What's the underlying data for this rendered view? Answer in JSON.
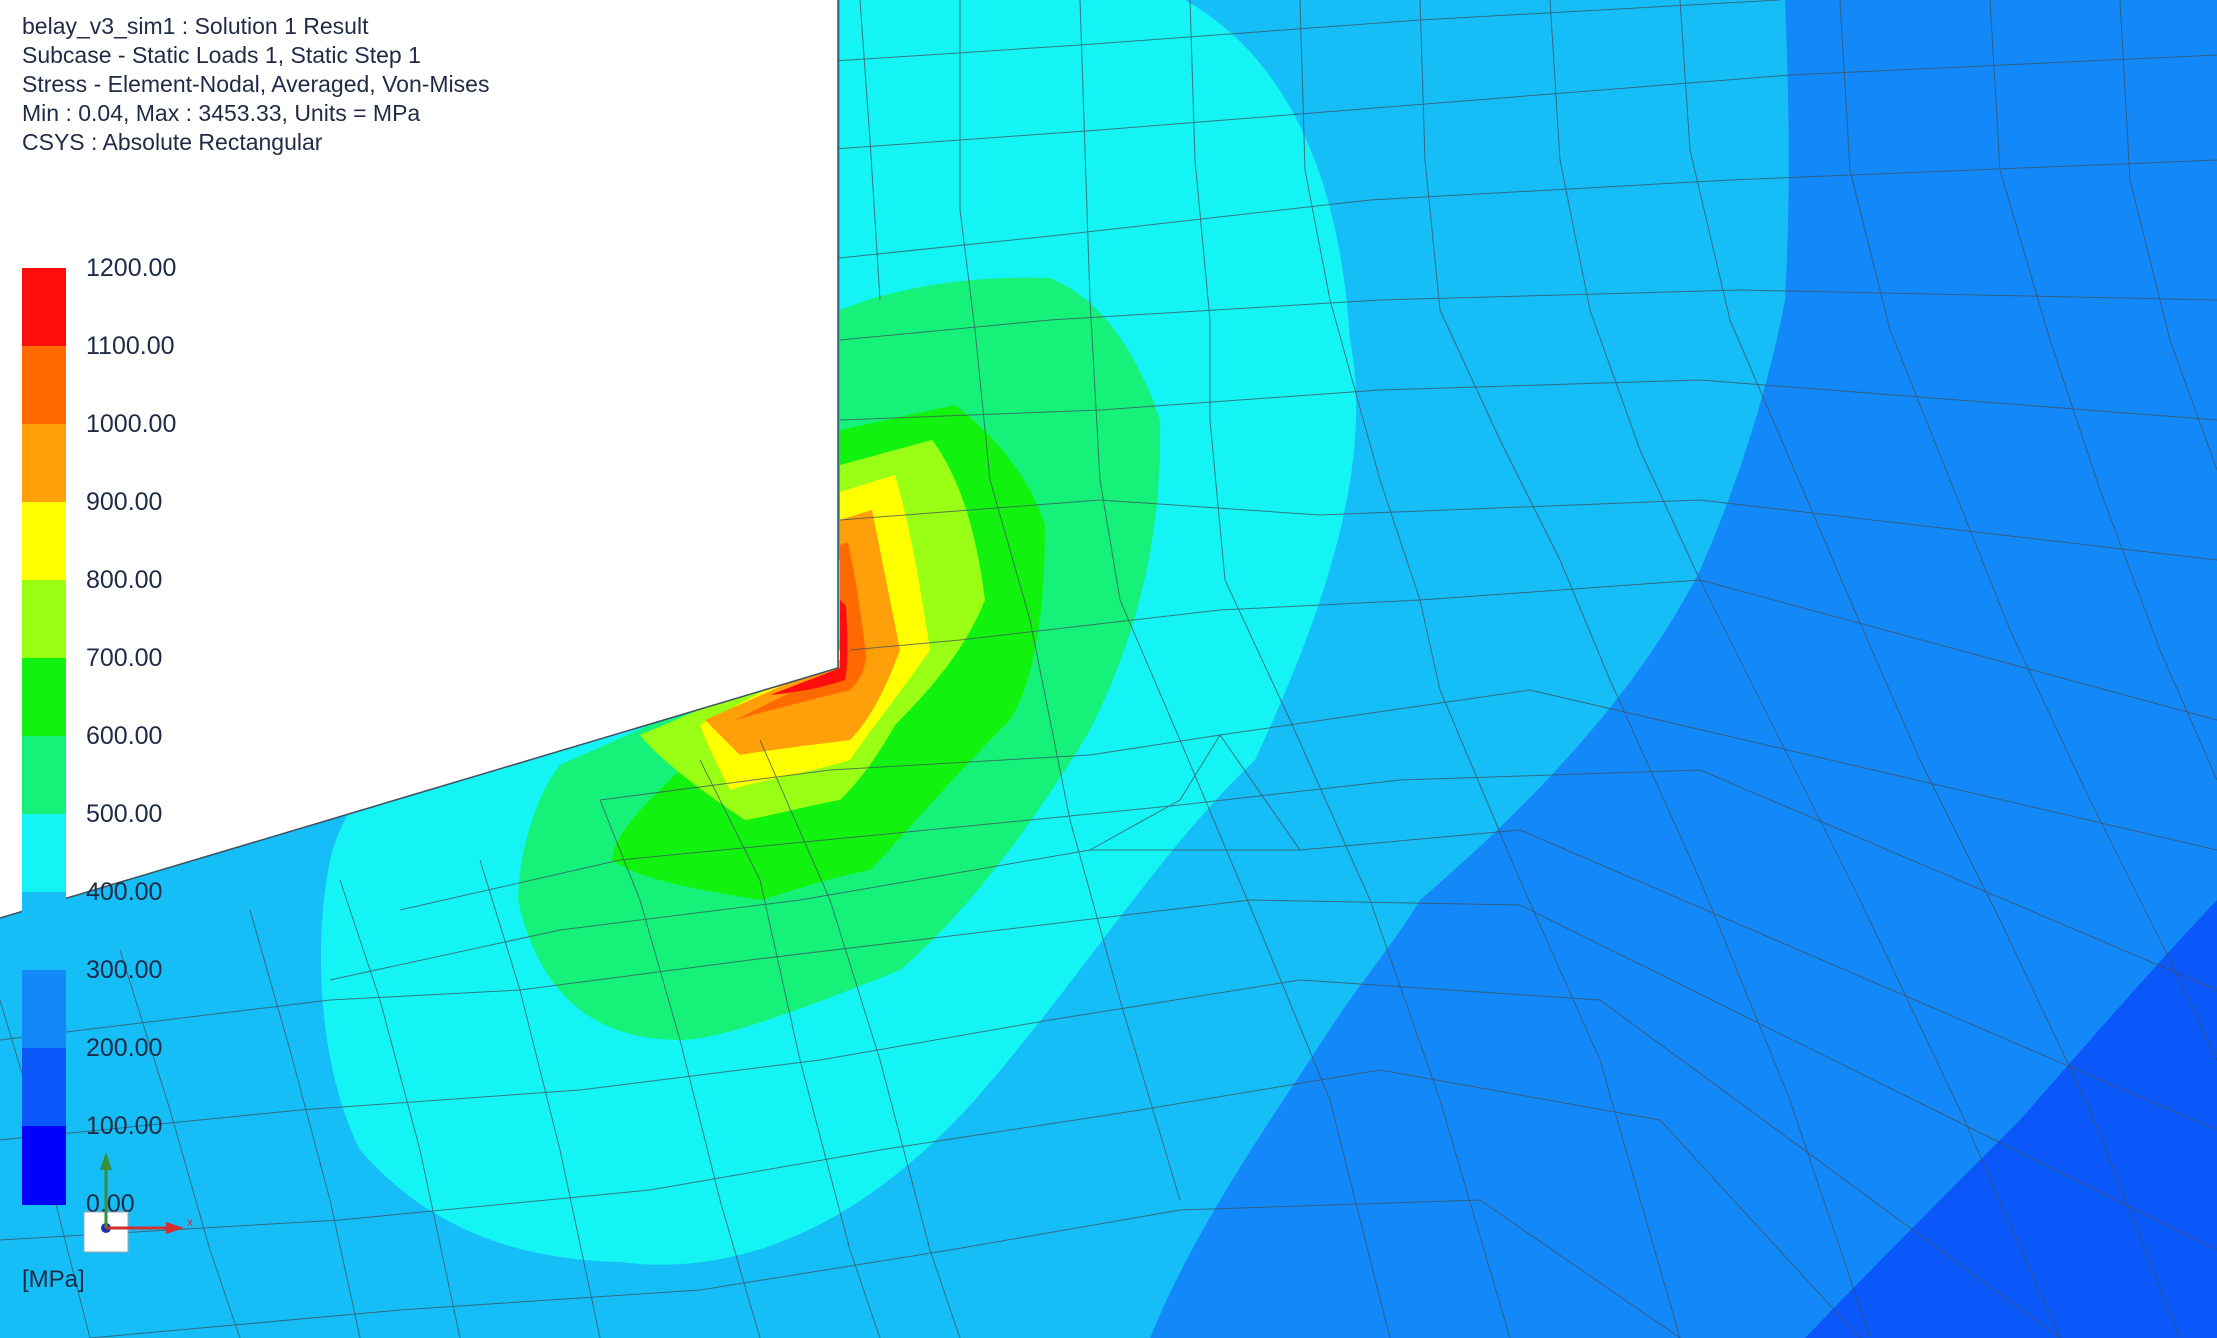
{
  "header": {
    "lines": [
      "belay_v3_sim1 : Solution 1 Result",
      "Subcase - Static Loads 1, Static Step 1",
      "Stress - Element-Nodal, Averaged, Von-Mises",
      "Min : 0.04, Max : 3453.33, Units = MPa",
      "CSYS : Absolute Rectangular"
    ]
  },
  "legend": {
    "units": "[MPa]",
    "ticks": [
      "1200.00",
      "1100.00",
      "1000.00",
      "900.00",
      "800.00",
      "700.00",
      "600.00",
      "500.00",
      "400.00",
      "300.00",
      "200.00",
      "100.00",
      "0.00"
    ],
    "bands": [
      {
        "color": "#ff0d0d"
      },
      {
        "color": "#ff6a00"
      },
      {
        "color": "#ff9f0a"
      },
      {
        "color": "#ffff00"
      },
      {
        "color": "#99ff14"
      },
      {
        "color": "#12f20f"
      },
      {
        "color": "#16f279"
      },
      {
        "color": "#14f4f4"
      },
      {
        "color": "#15bef6"
      },
      {
        "color": "#1389f9"
      },
      {
        "color": "#0a58fa"
      },
      {
        "color": "#0000fd"
      }
    ]
  },
  "triad": {
    "x_label": "x"
  },
  "colors": {
    "background": "#ffffff",
    "mesh_lines": "#3d4f5f",
    "text": "#1f2a44"
  }
}
